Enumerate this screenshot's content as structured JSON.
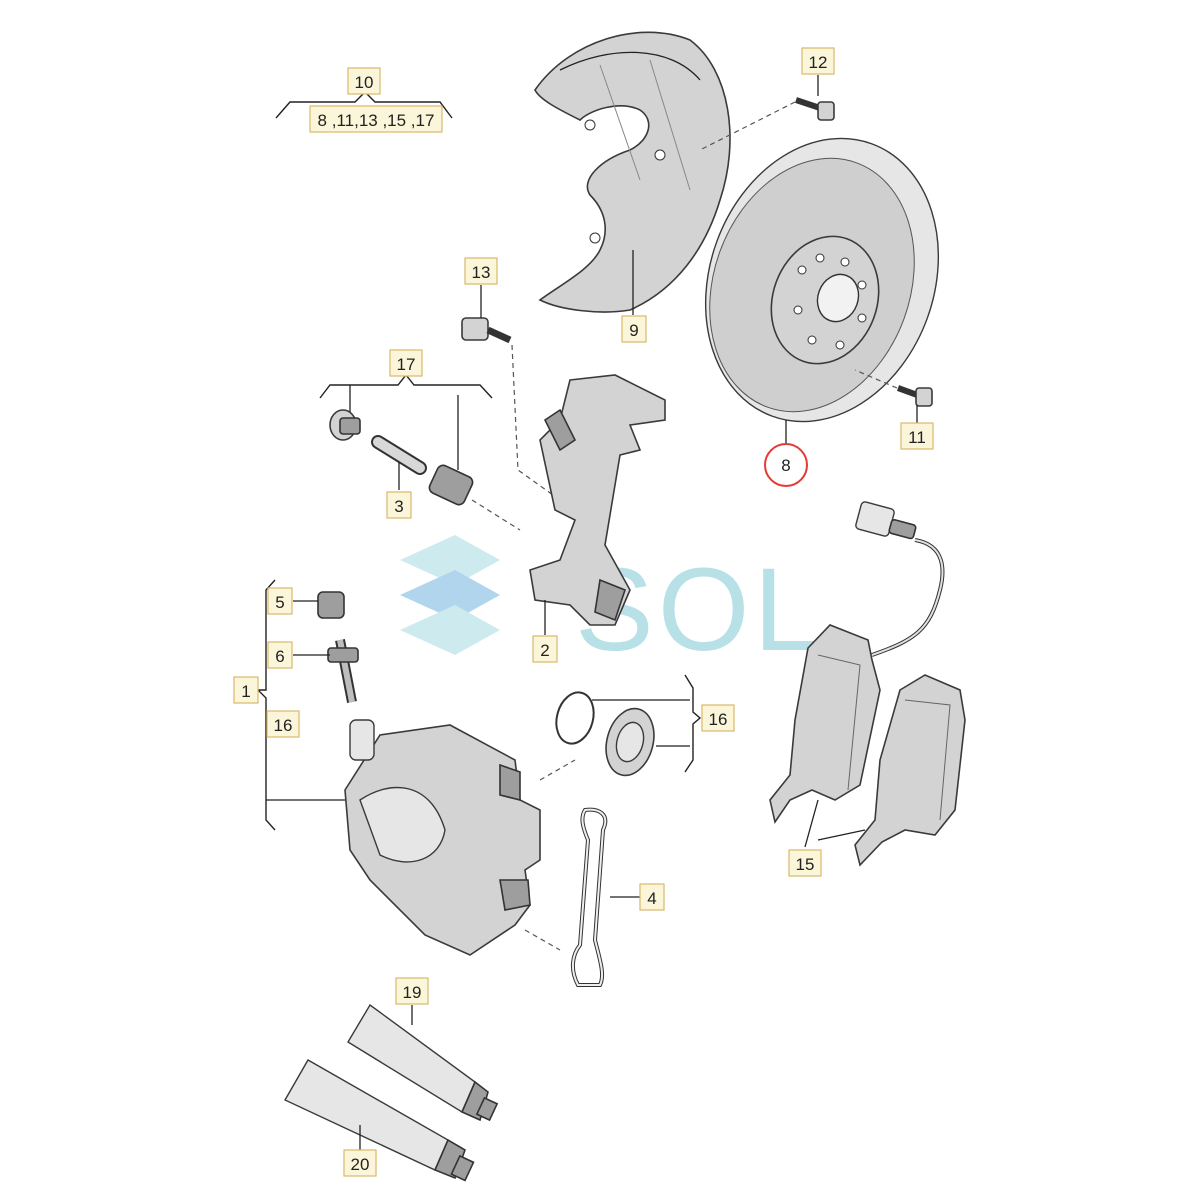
{
  "labels": {
    "l10": "10",
    "l10_refs": "8 ,11,13 ,15 ,17",
    "l12": "12",
    "l13": "13",
    "l9": "9",
    "l17": "17",
    "l3": "3",
    "l2": "2",
    "l11": "11",
    "l8": "8",
    "l5": "5",
    "l6": "6",
    "l1": "1",
    "l16a": "16",
    "l16b": "16",
    "l4": "4",
    "l15": "15",
    "l19": "19",
    "l20": "20"
  },
  "watermark": {
    "text": "SOL"
  },
  "colors": {
    "highlight": "#e53935",
    "label_fill": "#fbf6da",
    "label_border": "#d8b96a",
    "watermark": "#9fd7df"
  }
}
